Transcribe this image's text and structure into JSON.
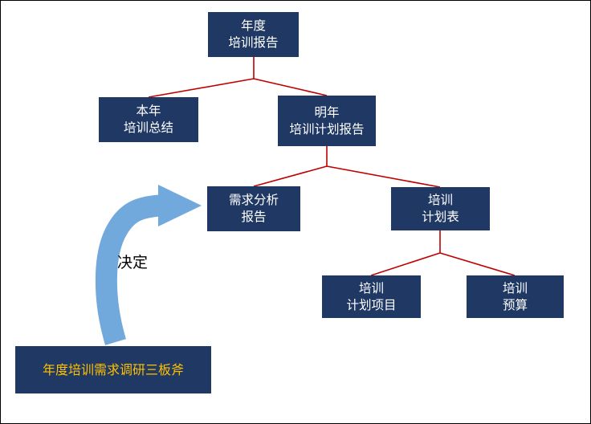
{
  "nodes": {
    "annual_report": {
      "label": "年度\n培训报告"
    },
    "this_year_summary": {
      "label": "本年\n培训总结"
    },
    "next_year_plan": {
      "label": "明年\n培训计划报告"
    },
    "demand_analysis": {
      "label": "需求分析\n报告"
    },
    "plan_table": {
      "label": "培训\n计划表"
    },
    "plan_projects": {
      "label": "培训\n计划项目"
    },
    "budget": {
      "label": "培训\n预算"
    },
    "bottom_banner": {
      "label": "年度培训需求调研三板斧"
    }
  },
  "arrow": {
    "label": "决定"
  },
  "colors": {
    "bg": "#FFFFFF",
    "box_fill": "#1F3864",
    "box_text": "#FFFFFF",
    "banner_text": "#FFC000",
    "connector": "#C00000",
    "arrow_fill": "#72A9DC",
    "arrow_label_color": "#000000"
  }
}
